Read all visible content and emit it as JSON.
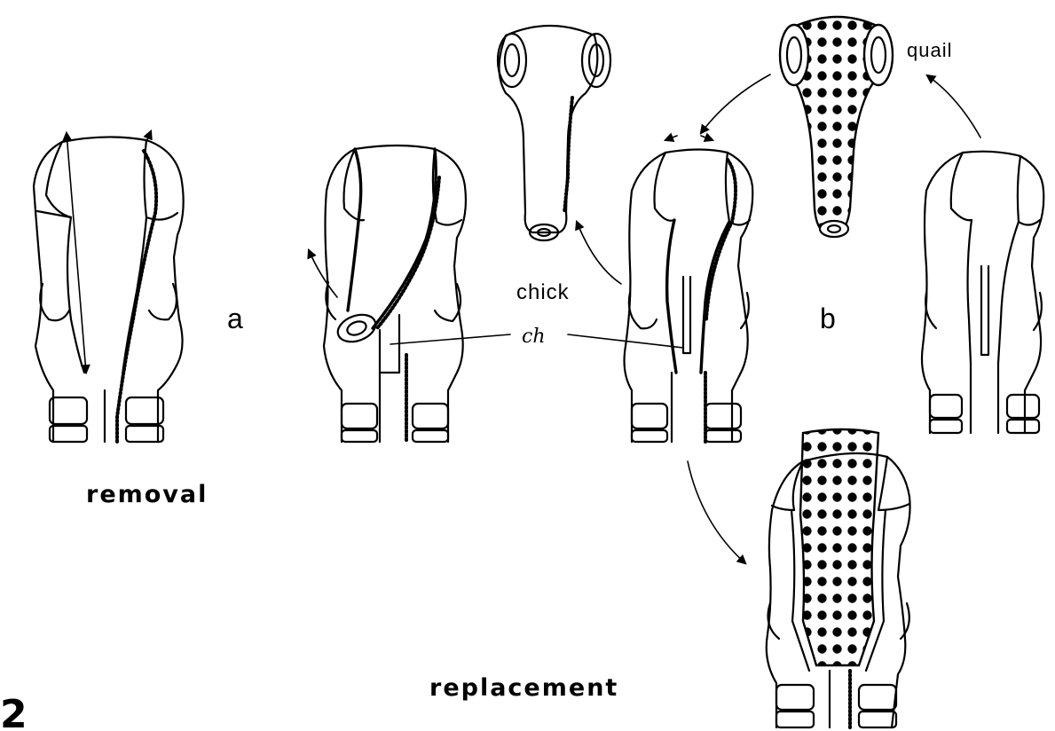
{
  "figure_number": "2",
  "labels": {
    "removal": "removal",
    "replacement": "replacement",
    "panel_a": "a",
    "panel_b": "b",
    "chick": "chick",
    "quail": "quail",
    "ch": "ch"
  }
}
